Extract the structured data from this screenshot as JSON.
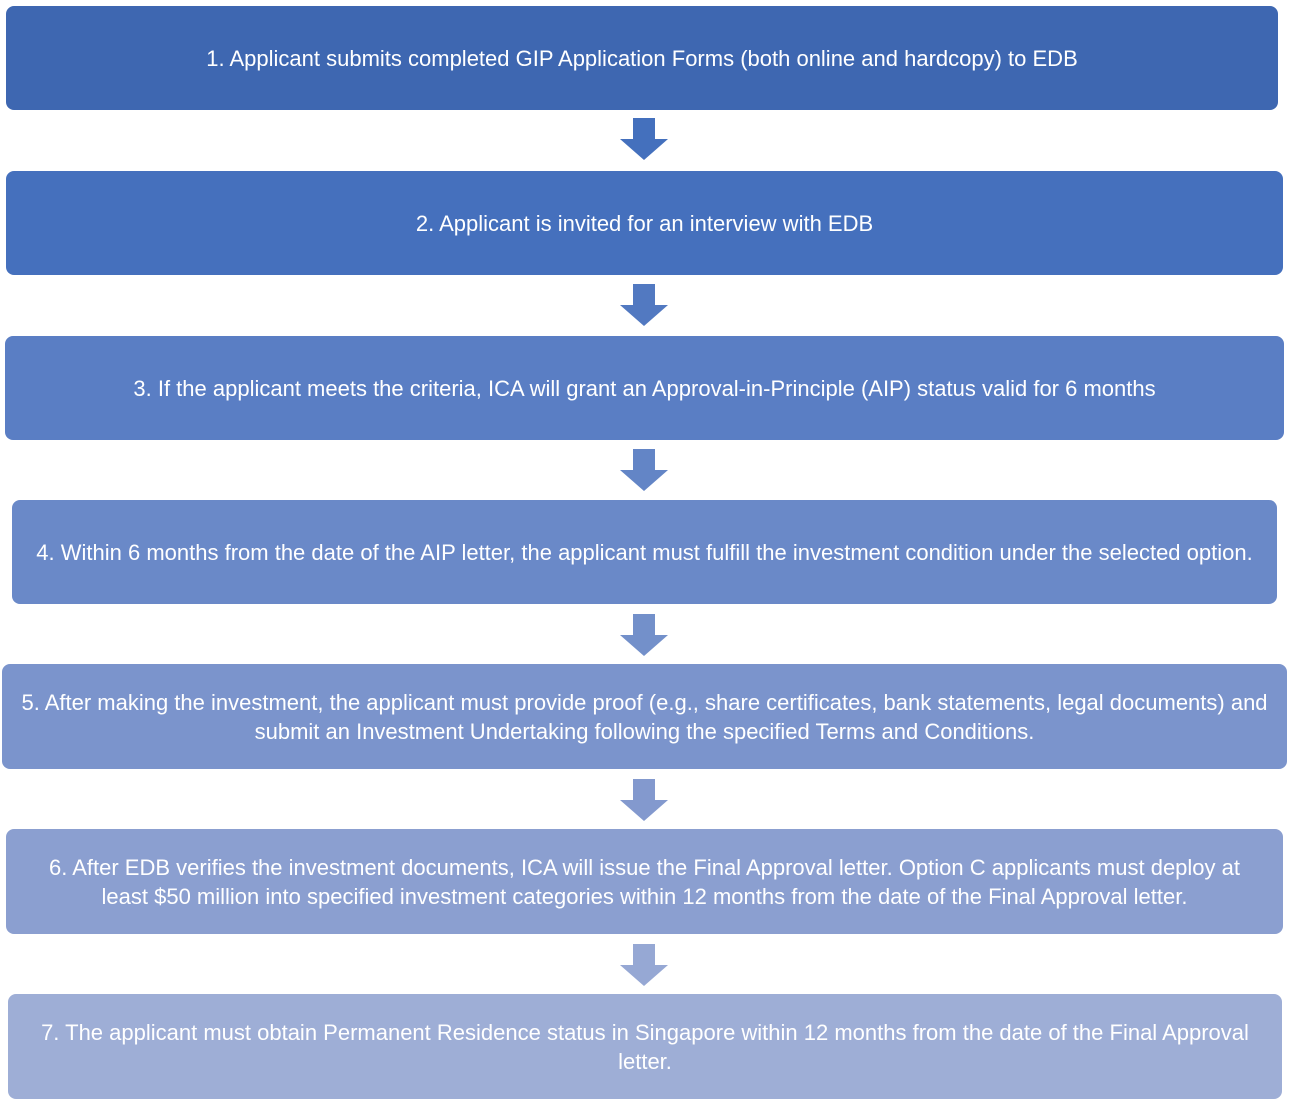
{
  "flowchart": {
    "steps": [
      {
        "label": "1. Applicant submits completed GIP Application Forms (both online and hardcopy) to EDB",
        "color": "#3e67b1"
      },
      {
        "label": "2. Applicant is invited for an interview with EDB",
        "color": "#4570bd"
      },
      {
        "label": "3. If the applicant meets the criteria, ICA will grant an Approval-in-Principle (AIP) status valid for 6 months",
        "color": "#5a7ec4"
      },
      {
        "label": "4. Within 6 months from the date of the AIP letter, the applicant must fulfill the investment condition under the selected option.",
        "color": "#6a89c8"
      },
      {
        "label": "5. After making the investment, the applicant must provide proof (e.g., share certificates, bank statements, legal documents) and submit an Investment Undertaking following the specified Terms and Conditions.",
        "color": "#7b94cc"
      },
      {
        "label": "6. After EDB verifies the investment documents, ICA will issue the Final Approval letter. Option C applicants must deploy at least $50 million into specified investment categories within 12 months from the date of the Final Approval letter.",
        "color": "#8b9fd0"
      },
      {
        "label": "7. The applicant must obtain Permanent Residence status in Singapore within 12 months from the date of the Final Approval letter.",
        "color": "#9eaed6"
      }
    ],
    "arrows": [
      {
        "icon": "down-arrow-icon",
        "color": "#4470bd"
      },
      {
        "icon": "down-arrow-icon",
        "color": "#5279c1"
      },
      {
        "icon": "down-arrow-icon",
        "color": "#6385c6"
      },
      {
        "icon": "down-arrow-icon",
        "color": "#7390ca"
      },
      {
        "icon": "down-arrow-icon",
        "color": "#8399ce"
      },
      {
        "icon": "down-arrow-icon",
        "color": "#96a8d4"
      }
    ]
  }
}
